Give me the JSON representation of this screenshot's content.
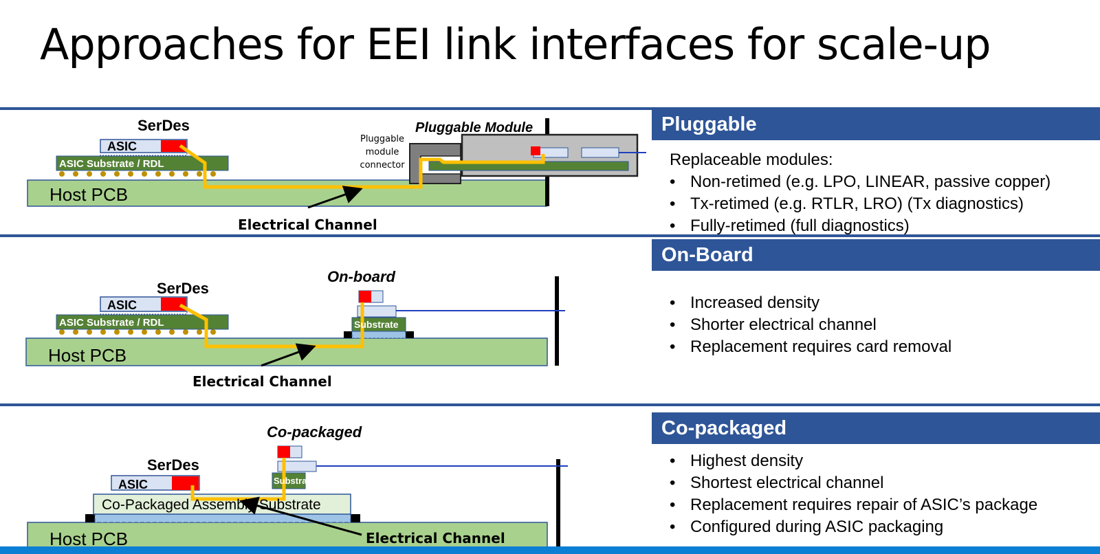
{
  "title": "Approaches for EEI link interfaces for scale-up",
  "colors": {
    "header_blue": "#2e5597",
    "pcb_green": "#a9d18e",
    "substrate_green": "#548235",
    "trace_yellow": "#ffc000",
    "chip_red": "#ff0000",
    "chip_gray": "#dae3f3",
    "link_blue": "#1f3fbf"
  },
  "sections": {
    "pluggable": {
      "header": "Pluggable",
      "lead": "Replaceable modules:",
      "bullets": [
        "Non-retimed (e.g. LPO, LINEAR, passive copper)",
        "Tx-retimed (e.g. RTLR, LRO) (Tx diagnostics)",
        "Fully-retimed (full diagnostics)"
      ]
    },
    "onboard": {
      "header": "On-Board",
      "bullets": [
        "Increased density",
        "Shorter electrical channel",
        "Replacement requires card removal"
      ]
    },
    "copackaged": {
      "header": "Co-packaged",
      "bullets": [
        "Highest density",
        "Shortest electrical channel",
        "Replacement requires repair of ASIC’s package",
        "Configured during ASIC packaging"
      ]
    }
  },
  "diagrams": {
    "pluggable": {
      "serdes": "SerDes",
      "asic": "ASIC",
      "asic_substrate": "ASIC Substrate / RDL",
      "host_pcb": "Host PCB",
      "channel": "Electrical Channel",
      "module": "Pluggable Module",
      "connector": [
        "Pluggable",
        "module",
        "connector"
      ]
    },
    "onboard": {
      "serdes": "SerDes",
      "asic": "ASIC",
      "asic_substrate": "ASIC Substrate / RDL",
      "host_pcb": "Host PCB",
      "channel": "Electrical Channel",
      "optics_label": "On-board",
      "optics_substrate": "Substrate"
    },
    "copackaged": {
      "serdes": "SerDes",
      "asic": "ASIC",
      "assembly_substrate": "Co-Packaged Assembly Substrate",
      "host_pcb": "Host PCB",
      "channel": "Electrical Channel",
      "optics_label": "Co-packaged",
      "optics_substrate": "Substrate"
    }
  }
}
